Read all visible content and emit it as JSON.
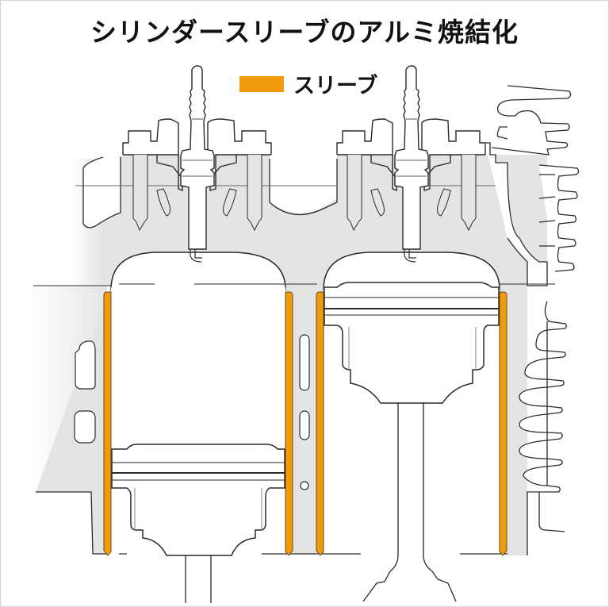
{
  "title": "シリンダースリーブのアルミ焼結化",
  "legend": {
    "items": [
      {
        "label": "スリーブ",
        "color": "#F29A0E"
      }
    ]
  },
  "colors": {
    "sleeve": "#F29A0E",
    "block_fill": "#E4E4E4",
    "outline": "#2A2A2A",
    "background": "#FFFFFF"
  },
  "diagram": {
    "subject": "twin-cylinder engine cross-section",
    "components": [
      "spark-plug-left",
      "spark-plug-right",
      "cylinder-head",
      "cylinder-block",
      "piston-left",
      "piston-right",
      "connecting-rod-left",
      "connecting-rod-right",
      "cylinder-sleeves",
      "cooling-fins",
      "water-jacket-openings"
    ],
    "pistons": [
      {
        "position": "left",
        "state": "bottom"
      },
      {
        "position": "right",
        "state": "top"
      }
    ]
  }
}
